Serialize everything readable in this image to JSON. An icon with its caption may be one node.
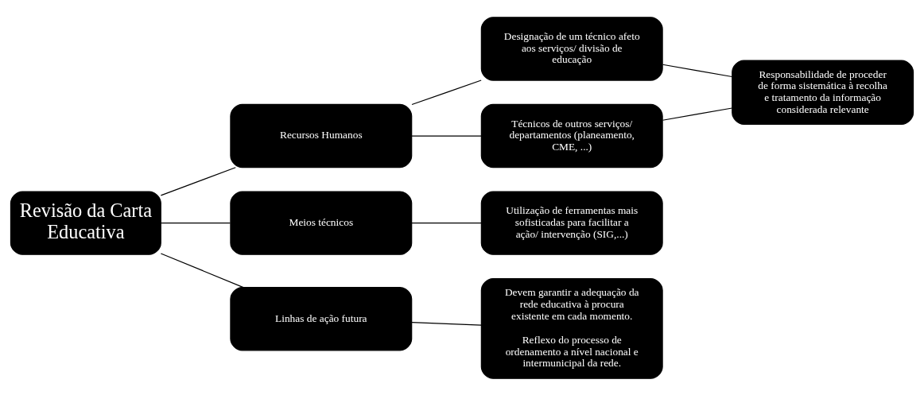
{
  "diagram": {
    "nodes": [
      {
        "text": [
          "Revisão da Carta Educativa"
        ]
      },
      {
        "text": [
          "Recursos Humanos"
        ]
      },
      {
        "text": [
          "Meios técnicos"
        ]
      },
      {
        "text": [
          "Linhas de ação futura"
        ]
      },
      {
        "text": [
          "Designação de um técnico afeto aos serviços/ divisão de educação"
        ]
      },
      {
        "text": [
          "Técnicos de outros serviços/ departamentos (planeamento, CME, ...)"
        ]
      },
      {
        "text": [
          "Responsabilidade de proceder de forma sistemática à recolha e tratamento da informação considerada relevante"
        ]
      },
      {
        "text": [
          "Utilização de ferramentas mais sofisticadas para facilitar a ação/ intervenção (SIG,...)"
        ]
      },
      {
        "text": [
          "Devem garantir a adequação da rede educativa à procura existente em cada momento.",
          "Reflexo do processo de ordenamento a nível nacional e intermunicipal da rede."
        ]
      }
    ],
    "edges": [
      {
        "from": 0,
        "to": 1,
        "arrow": "none"
      },
      {
        "from": 0,
        "to": 2,
        "arrow": "none"
      },
      {
        "from": 0,
        "to": 3,
        "arrow": "none"
      },
      {
        "from": 1,
        "to": 4,
        "arrow": "none"
      },
      {
        "from": 1,
        "to": 5,
        "arrow": "none"
      },
      {
        "from": 4,
        "to": 6,
        "arrow": "none"
      },
      {
        "from": 5,
        "to": 6,
        "arrow": "none"
      },
      {
        "from": 2,
        "to": 7,
        "arrow": "none"
      },
      {
        "from": 3,
        "to": 8,
        "arrow": "none"
      }
    ]
  }
}
